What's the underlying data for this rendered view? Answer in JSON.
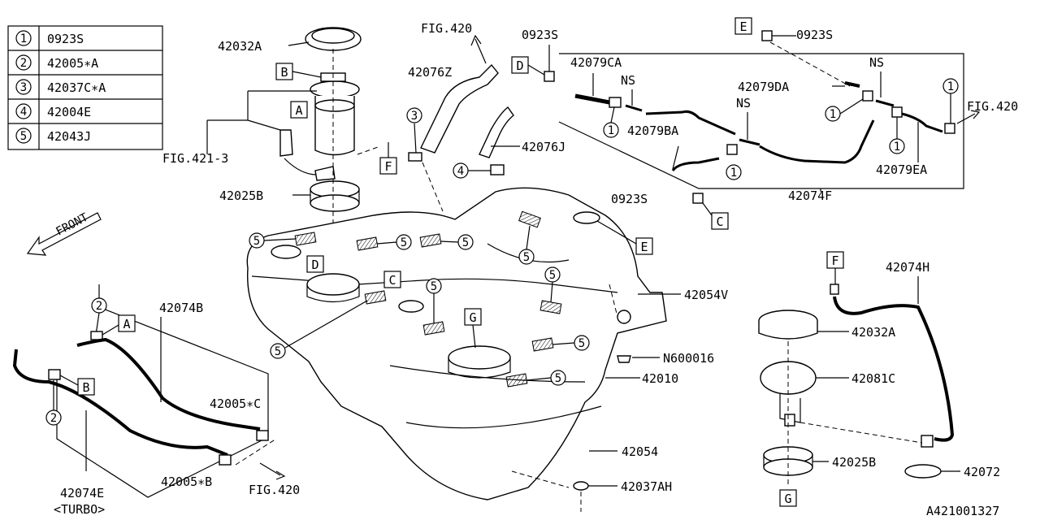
{
  "legend": [
    {
      "num": "1",
      "part": "0923S"
    },
    {
      "num": "2",
      "part": "42005∗A"
    },
    {
      "num": "3",
      "part": "42037C∗A"
    },
    {
      "num": "4",
      "part": "42004E"
    },
    {
      "num": "5",
      "part": "42043J"
    }
  ],
  "front_label": "FRONT",
  "labels": {
    "p42032A_top": "42032A",
    "fig420_top": "FIG.420",
    "p0923S_a": "0923S",
    "p0923S_b": "0923S",
    "p0923S_c": "0923S",
    "p42079CA": "42079CA",
    "ns1": "NS",
    "ns2": "NS",
    "ns3": "NS",
    "p42079DA": "42079DA",
    "fig420_right": "FIG.420",
    "p42076Z": "42076Z",
    "p42079BA": "42079BA",
    "p42079EA": "42079EA",
    "p42076J": "42076J",
    "fig421_3": "FIG.421-3",
    "p42025B_top": "42025B",
    "p42074F": "42074F",
    "p42054V": "42054V",
    "p42074H": "42074H",
    "p42074B": "42074B",
    "p42032A_right": "42032A",
    "pN600016": "N600016",
    "p42005C": "42005∗C",
    "p42010": "42010",
    "p42081C": "42081C",
    "p42054": "42054",
    "p42025B_right": "42025B",
    "p42074E": "42074E",
    "turbo": "<TURBO>",
    "p42005B": "42005∗B",
    "fig420_bottom": "FIG.420",
    "p42037AH": "42037AH",
    "p42072": "42072",
    "diagram_code": "A421001327"
  },
  "refs": {
    "A": "A",
    "B": "B",
    "C": "C",
    "D": "D",
    "E": "E",
    "F": "F",
    "G": "G"
  },
  "callouts": {
    "one": "1",
    "two": "2",
    "three": "3",
    "four": "4",
    "five": "5"
  }
}
